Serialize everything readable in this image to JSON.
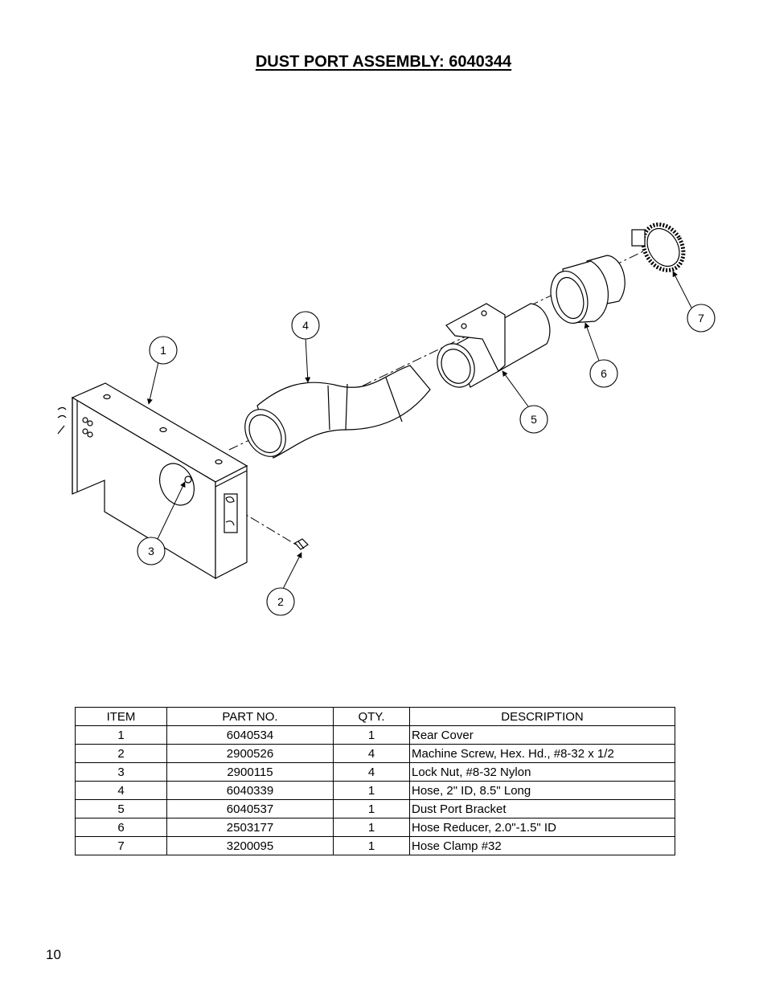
{
  "title": "DUST PORT ASSEMBLY: 6040344",
  "callouts": [
    "1",
    "2",
    "3",
    "4",
    "5",
    "6",
    "7"
  ],
  "table": {
    "headers": [
      "ITEM",
      "PART NO.",
      "QTY.",
      "DESCRIPTION"
    ],
    "rows": [
      [
        "1",
        "6040534",
        "1",
        "Rear Cover"
      ],
      [
        "2",
        "2900526",
        "4",
        "Machine Screw, Hex. Hd., #8-32 x 1/2"
      ],
      [
        "3",
        "2900115",
        "4",
        "Lock Nut, #8-32 Nylon"
      ],
      [
        "4",
        "6040339",
        "1",
        "Hose, 2\" ID, 8.5\" Long"
      ],
      [
        "5",
        "6040537",
        "1",
        "Dust Port Bracket"
      ],
      [
        "6",
        "2503177",
        "1",
        "Hose Reducer, 2.0\"-1.5\" ID"
      ],
      [
        "7",
        "3200095",
        "1",
        "Hose Clamp #32"
      ]
    ]
  },
  "page_number": "10"
}
